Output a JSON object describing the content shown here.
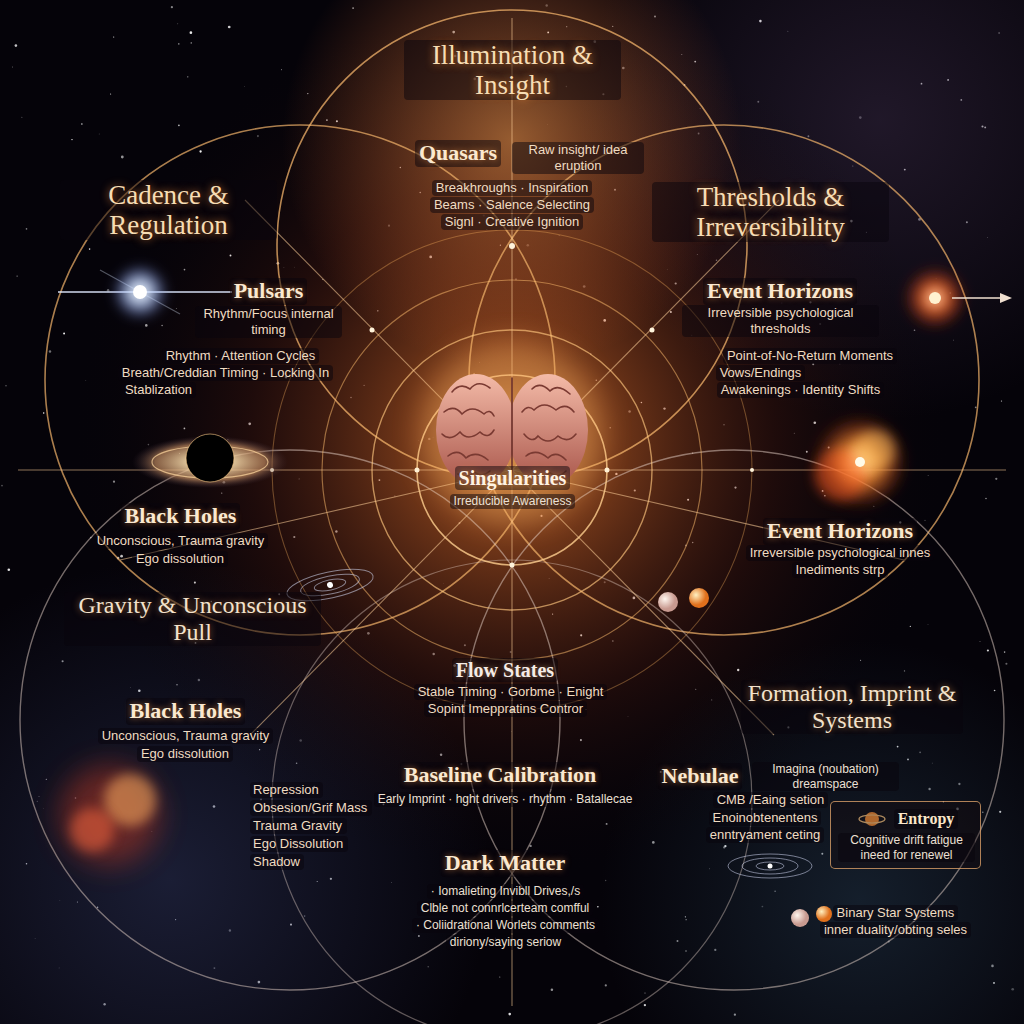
{
  "diagram": {
    "nodes": [
      {
        "text": [
          "Illumination & Insight",
          "Quasars",
          "Raw insight/ idea eruption",
          "Breakhroughs · Inspiration",
          "Beams · Salence Selecting",
          "Signl · Creative Ignition"
        ]
      },
      {
        "text": [
          "Cadence & Regulation",
          "Pulsars",
          "Rhythm/Focus internal timing",
          "Rhythm · Attention Cycles",
          "Breath/Creddian Timing · Locking In",
          "Stablization"
        ]
      },
      {
        "text": [
          "Thresholds & Irreversibility",
          "Event Horizons",
          "Irreversible psychological thresholds",
          "Point-of-No-Return Moments",
          "Vows/Endings",
          "Awakenings · Identity Shifts"
        ]
      },
      {
        "text": [
          "Singularities",
          "Irreducible Awareness"
        ]
      },
      {
        "text": [
          "Black Holes",
          "Unconscious, Trauma gravity",
          "Ego dissolution"
        ]
      },
      {
        "text": [
          "Event Horizons",
          "Irreversible psychological innes",
          "Inediments strp"
        ]
      },
      {
        "text": [
          "Gravity & Unconscious Pull",
          "Black Holes",
          "Unconscious, Trauma gravity",
          "Ego dissolution",
          "Repression",
          "Obsesion/Grif Mass",
          "Trauma Gravity",
          "Ego Dissolution",
          "Shadow"
        ]
      },
      {
        "text": [
          "Flow States",
          "Stable Timing · Gorbme · Enight",
          "Sopint Imeppratins Contror",
          "Baseline Calibration",
          "Early Imprint · hght drivers · rhythm · Batallecae",
          "Dark Matter",
          "· Iomalieting Invibll Drives,/s",
          "Clble not connrlcerteam comfful",
          "· Coliidrational Worlets comments",
          "diriony/saying seriow"
        ]
      },
      {
        "text": [
          "Formation, Imprint & Systems",
          "Nebulae",
          "Imagina (noubation) dreamspace",
          "CMB /Eaing setion",
          "Enoinobtenentens",
          "enntryament ceting",
          "Binary Star Systems",
          "inner duality/obting seles"
        ]
      },
      {
        "text": [
          "Entropy",
          "Cognitive drift fatigue ineed for renewel"
        ],
        "in": 8
      }
    ]
  }
}
